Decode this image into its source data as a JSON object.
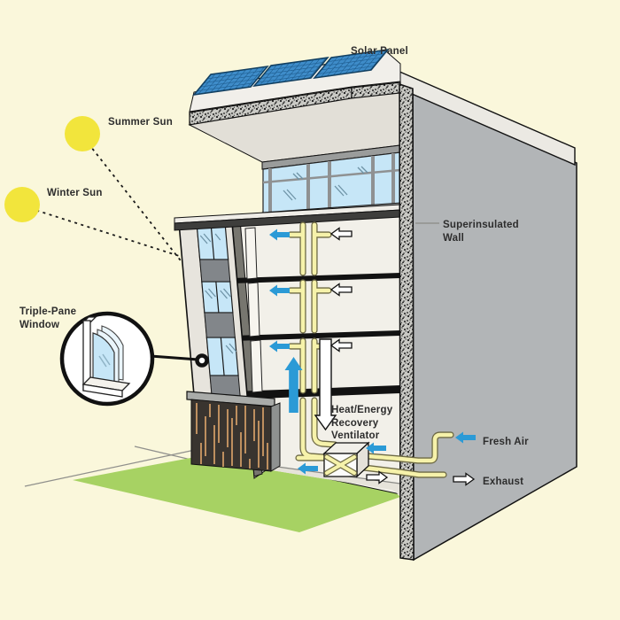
{
  "diagram": {
    "subject": "energy-efficient passive building cutaway",
    "labels": {
      "solar_panel": "Solar Panel",
      "summer_sun": "Summer Sun",
      "winter_sun": "Winter Sun",
      "superinsulated_wall": [
        "Superinsulated",
        "Wall"
      ],
      "triple_pane_window": [
        "Triple-Pane",
        "Window"
      ],
      "hrv": [
        "Heat/Energy",
        "Recovery",
        "Ventilator"
      ],
      "fresh_air": "Fresh Air",
      "exhaust": "Exhaust"
    },
    "colors": {
      "background": "#FAF7DB",
      "sun_yellow": "#F2E53C",
      "arrow_blue": "#2B9AD6",
      "pipe_yellow": "#F6F2AA",
      "pipe_outline": "#6E6A45",
      "glass_blue": "#C6E6F7",
      "solar_panel_blue": "#3E8CC9",
      "lawn_green": "#A7D263",
      "wall_gray": "#B2B5B7",
      "insulation_gray": "#C9C9C4",
      "slat_dark": "#39342F",
      "slat_stripe": "#BE8F5F",
      "label_text": "#2D2D2D"
    }
  }
}
